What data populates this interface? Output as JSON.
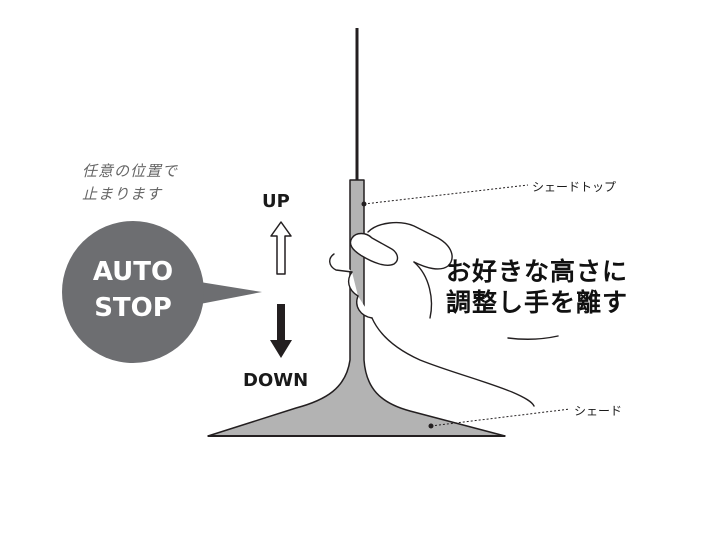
{
  "note": {
    "line1": "任意の位置で",
    "line2": "止まります"
  },
  "badge": {
    "line1": "AUTO",
    "line2": "STOP"
  },
  "arrows": {
    "up_label": "UP",
    "down_label": "DOWN"
  },
  "callouts": {
    "shade_top": "シェードトップ",
    "shade": "シェード"
  },
  "headline": {
    "line1": "お好きな高さに",
    "line2": "調整し手を離す"
  },
  "colors": {
    "badge_fill": "#6d6e71",
    "shade_fill": "#b3b3b3",
    "line": "#231f20",
    "text": "#1a1a1a"
  }
}
